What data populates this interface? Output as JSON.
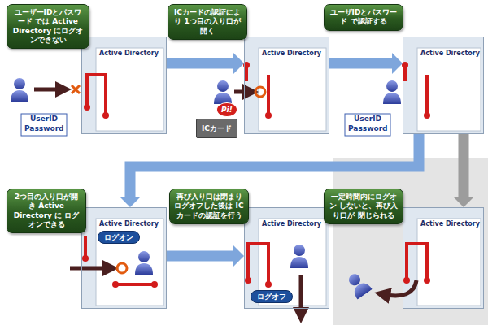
{
  "diagram": {
    "nodes": [
      {
        "text": [
          "ユーザーIDとパスワード では Active Directory にログオンできない"
        ]
      },
      {
        "text": [
          "Active Directory"
        ]
      },
      {
        "text": [
          "ICカードの認証により 1つ目の入り口が開く"
        ]
      },
      {
        "text": [
          "Active Directory"
        ]
      },
      {
        "text": [
          "ユーザIDとパスワード で認証する"
        ]
      },
      {
        "text": [
          "Active Directory"
        ]
      },
      {
        "text": [
          "2つ目の入り口が開き Active Directory に ログオンできる"
        ]
      },
      {
        "text": [
          "Active Directory"
        ]
      },
      {
        "text": [
          "再び入り口は閉まり ログオフした後は ICカードの認証を行う"
        ]
      },
      {
        "text": [
          "Active Directory"
        ]
      },
      {
        "text": [
          "一定時間内にログオン しないと、再び入り口が 閉じられる"
        ]
      },
      {
        "text": [
          "Active Directory"
        ]
      }
    ],
    "edges": [
      {
        "from": 1,
        "to": 3,
        "arrow": "to"
      },
      {
        "from": 3,
        "to": 5,
        "arrow": "to"
      },
      {
        "from": 5,
        "to": 7,
        "arrow": "to"
      },
      {
        "from": 7,
        "to": 9,
        "arrow": "to"
      },
      {
        "from": 5,
        "to": 11,
        "arrow": "to"
      }
    ],
    "labels": [
      "UserID",
      "Password",
      "Pi!",
      "ICカード",
      "UserID",
      "Password",
      "ログオン",
      "ログオフ"
    ]
  }
}
